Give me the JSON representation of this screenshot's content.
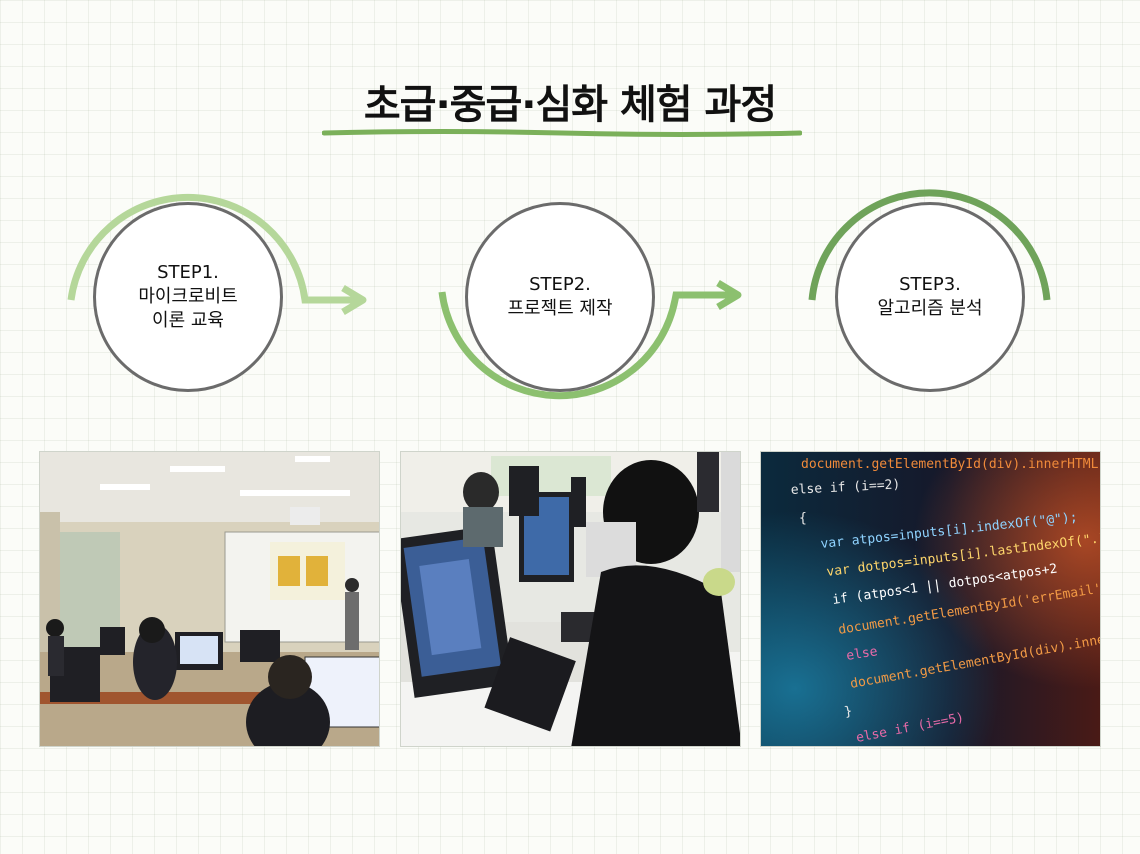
{
  "title": "초급·중급·심화 체험 과정",
  "steps": [
    {
      "label": "STEP1.",
      "lines": [
        "마이크로비트",
        "이론 교육"
      ]
    },
    {
      "label": "STEP2.",
      "lines": [
        "프로젝트 제작"
      ]
    },
    {
      "label": "STEP3.",
      "lines": [
        "알고리즘 분석"
      ]
    }
  ],
  "photo3": {
    "code_lines": [
      "document.getElementById(div).innerHTML",
      "else if (i==2)",
      "{",
      "var atpos=inputs[i].indexOf(\"@\");",
      "var dotpos=inputs[i].lastIndexOf(\".\");",
      "if (atpos<1 || dotpos<atpos+2",
      "document.getElementById('errEmail')",
      "else",
      "document.getElementById(div).innerHTML",
      "}",
      "else if (i==5)"
    ]
  },
  "colors": {
    "arc_light": "#b5d79a",
    "arc_mid": "#8cc06f",
    "arc_dark": "#6fa35a",
    "circle_border": "#6b6b6b"
  }
}
